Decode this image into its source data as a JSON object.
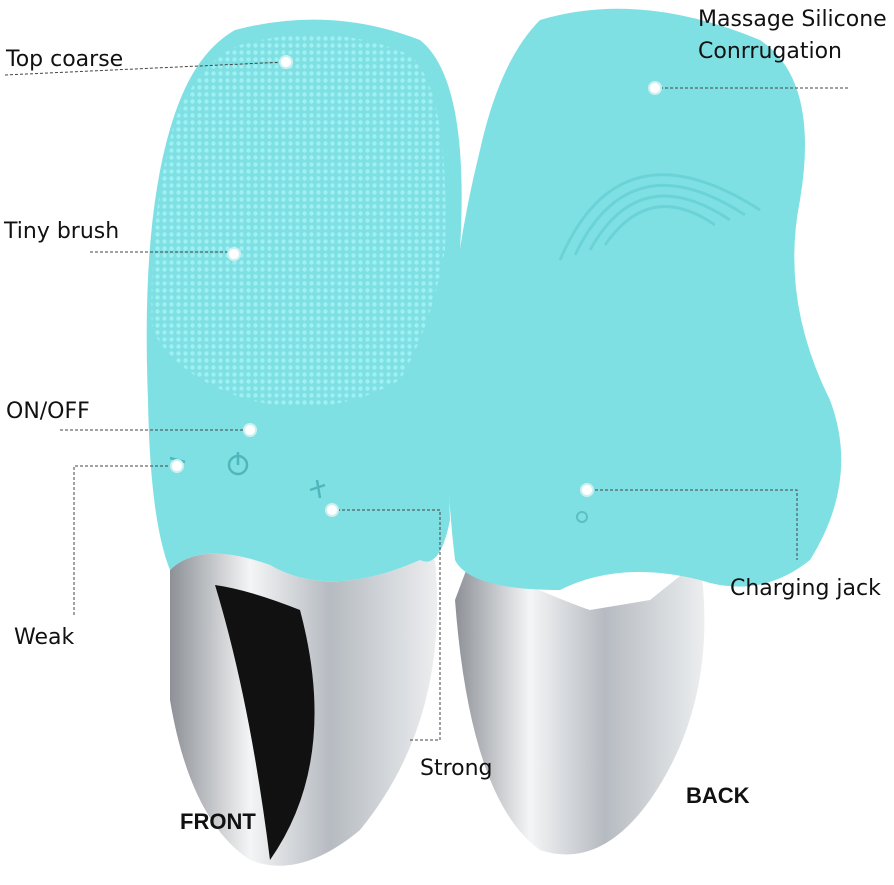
{
  "labels": {
    "top_coarse": "Top coarse",
    "tiny_brush": "Tiny brush",
    "on_off": "ON/OFF",
    "weak": "Weak",
    "strong": "Strong",
    "massage_line1": "Massage Silicone",
    "massage_line2": "Conrrugation",
    "charging_jack": "Charging jack",
    "front": "FRONT",
    "back": "BACK"
  },
  "colors": {
    "silicone": "#7fe0e3",
    "silicone_dark": "#5fcfd3",
    "chrome": "#c9cdd2",
    "text": "#111111"
  }
}
